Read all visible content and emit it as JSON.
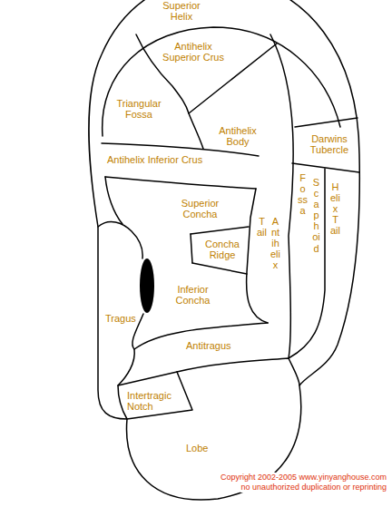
{
  "diagram": {
    "labels": [
      "Superior Helix",
      "Antihelix Superior Crus",
      "Triangular Fossa",
      "Darwins Tubercle",
      "Antihelix Body",
      "Antihelix Inferior Crus",
      "Superior Concha",
      "Fossa",
      "Scaphoid",
      "Helix Tail",
      "Tail",
      "Antihelix",
      "Concha Ridge",
      "Tragus",
      "Inferior Concha",
      "Antitragus",
      "Intertragic Notch",
      "Lobe",
      "Copyright 2002-2005 www.yinyanghouse.com",
      "no unauthorized duplication or reprinting"
    ]
  }
}
